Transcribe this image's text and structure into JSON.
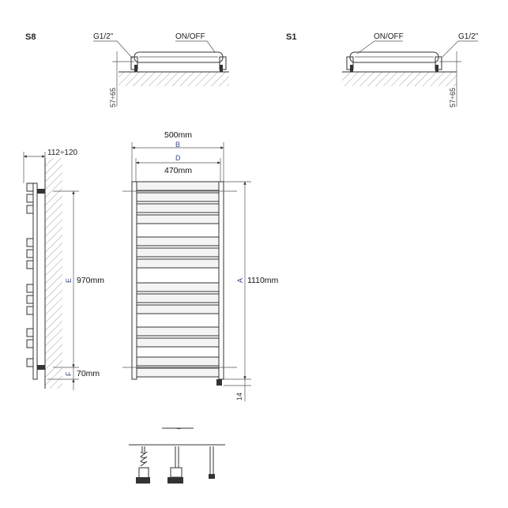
{
  "top_left": {
    "model_label": "S8",
    "connection_label": "G1/2\"",
    "switch_label": "ON/OFF",
    "wall_distance_label": "57÷65"
  },
  "top_right": {
    "model_label": "S1",
    "connection_label": "G1/2\"",
    "switch_label": "ON/OFF",
    "wall_distance_label": "57÷65"
  },
  "side_view": {
    "depth_label": "112÷120",
    "dim_e_letter": "E",
    "dim_e_value": "970mm",
    "dim_f_letter": "F",
    "dim_f_value": "70mm"
  },
  "front_view": {
    "width_value": "500mm",
    "dim_b_letter": "B",
    "dim_d_letter": "D",
    "inner_width_value": "470mm",
    "dim_a_letter": "A",
    "height_value": "1110mm",
    "bottom_offset_value": "14"
  },
  "detail": {
    "break_symbol": "~"
  }
}
